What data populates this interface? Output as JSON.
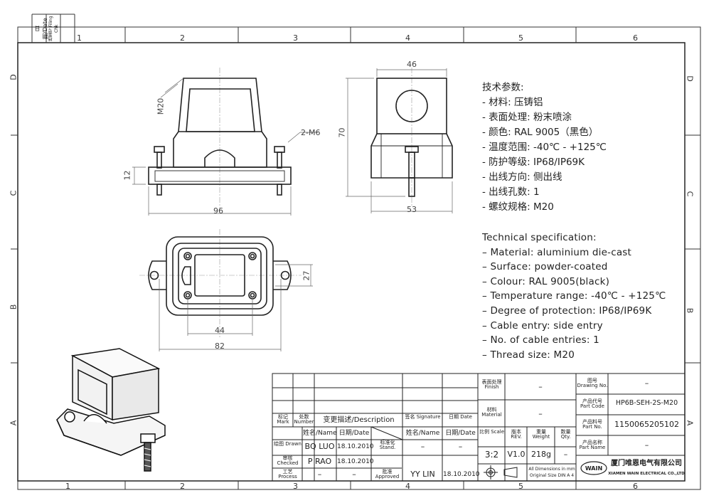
{
  "margin": {
    "date_label": "日期/Date",
    "filing_label": "档案号 Filing Chk",
    "cols": [
      "1",
      "2",
      "3",
      "4",
      "5",
      "6"
    ],
    "rows": [
      "D",
      "C",
      "B",
      "A"
    ]
  },
  "dims": {
    "m20": "M20",
    "m6": "2-M6",
    "h12": "12",
    "w96": "96",
    "w46": "46",
    "h70": "70",
    "w53": "53",
    "h27": "27",
    "w44": "44",
    "w82": "82"
  },
  "spec_cn": [
    "技术参数:",
    "- 材料: 压铸铝",
    "- 表面处理: 粉末喷涂",
    "- 颜色: RAL 9005（黑色）",
    "- 温度范围: -40℃ - +125℃",
    "- 防护等级: IP68/IP69K",
    "- 出线方向: 侧出线",
    "- 出线孔数: 1",
    "- 螺纹规格: M20"
  ],
  "spec_en": [
    "Technical specification:",
    "– Material: aluminium die-cast",
    "– Surface: powder-coated",
    "– Colour: RAL 9005(black)",
    "– Temperature range: -40℃ - +125℃",
    "– Degree of protection: IP68/IP69K",
    "– Cable entry: side entry",
    "– No. of cable entries: 1",
    "– Thread size: M20"
  ],
  "titleblock": {
    "mark": "标记 Mark",
    "number": "处数 Number",
    "description": "变更描述/Description",
    "signature": "签名 Signature",
    "date": "日期 Date",
    "name_hdr": "姓名/Name",
    "date_hdr": "日期/Date",
    "stand": "标准化 Stand.",
    "drawn": "绘图 Drawn",
    "drawn_name": "BQ LUO",
    "drawn_date": "18.10.2010",
    "checked": "审核 Checked",
    "checked_name": "P RAO",
    "checked_date": "18.10.2010",
    "process": "工艺 Process",
    "process_name": "–",
    "process_date": "–",
    "stand_val": "–",
    "stand_date": "–",
    "approved": "批准 Approved",
    "approved_name": "YY LIN",
    "approved_date": "18.10.2010",
    "finish": "表面处理 Finish",
    "finish_val": "–",
    "material": "材料 Material",
    "material_val": "–",
    "scale": "比例 Scale",
    "scale_val": "3:2",
    "rev": "版本 REV.",
    "rev_val": "V1.0",
    "weight": "重量 Weight",
    "weight_val": "218g",
    "qty": "数量 Qty.",
    "qty_val": "–",
    "drawing_no": "图号 Drawing No.",
    "drawing_no_val": "–",
    "part_code": "产品代号 Part Code",
    "part_code_val": "HP6B-SEH-2S-M20",
    "part_no": "产品料号 Part No.",
    "part_no_val": "1150065205102",
    "part_name": "产品名称 Part Name",
    "part_name_val": "–",
    "dims_note1": "All Dimensions in mm",
    "dims_note2": "Original Size DIN A 4",
    "company_cn": "厦门唯恩电气有限公司",
    "company_en": "XIAMEN WAIN ELECTRICAL CO.,LTD",
    "logo_text": "WAIN"
  }
}
